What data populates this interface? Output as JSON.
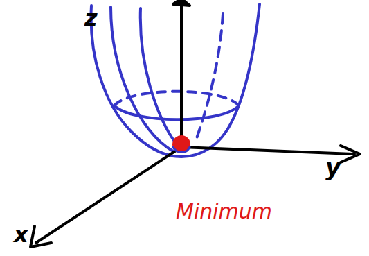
{
  "diagram": {
    "labels": [
      "z",
      "y",
      "x",
      "Minimum"
    ]
  }
}
